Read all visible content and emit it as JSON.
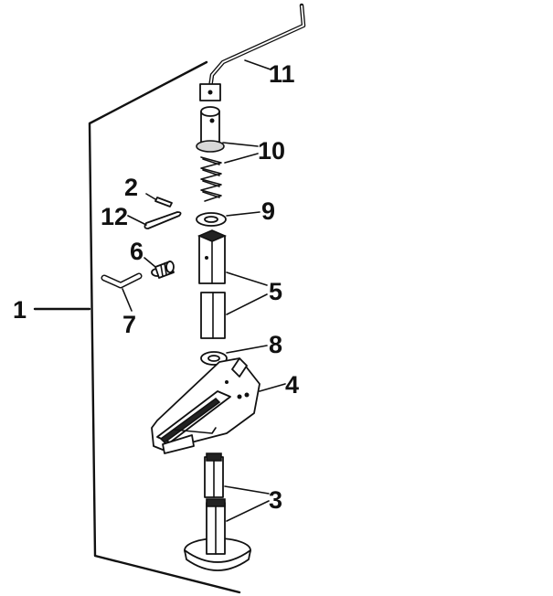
{
  "callouts": {
    "n1": "1",
    "n2": "2",
    "n3": "3",
    "n4": "4",
    "n5": "5",
    "n6": "6",
    "n7": "7",
    "n8": "8",
    "n9": "9",
    "n10": "10",
    "n11": "11",
    "n12": "12"
  },
  "colors": {
    "line": "#111111",
    "background": "#ffffff"
  }
}
